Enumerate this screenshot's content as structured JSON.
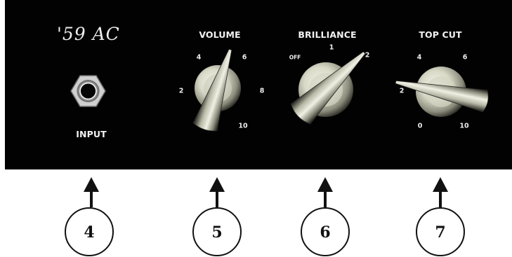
{
  "brand": "'59 AC",
  "input_label": "INPUT",
  "controls": [
    {
      "id": "volume",
      "label": "VOLUME",
      "ticks": [
        "2",
        "4",
        "6",
        "8",
        "10"
      ]
    },
    {
      "id": "brilliance",
      "label": "BRILLIANCE",
      "ticks": [
        "OFF",
        "1",
        "2"
      ]
    },
    {
      "id": "topcut",
      "label": "TOP CUT",
      "ticks": [
        "2",
        "4",
        "6",
        "0",
        "10"
      ]
    }
  ],
  "callouts": [
    "4",
    "5",
    "6",
    "7"
  ],
  "colors": {
    "panel": "#020202",
    "panel_text": "#f2f2f2",
    "knob_light": "#e8e8da",
    "knob_dark": "#2a2a24",
    "callout_line": "#111111"
  }
}
